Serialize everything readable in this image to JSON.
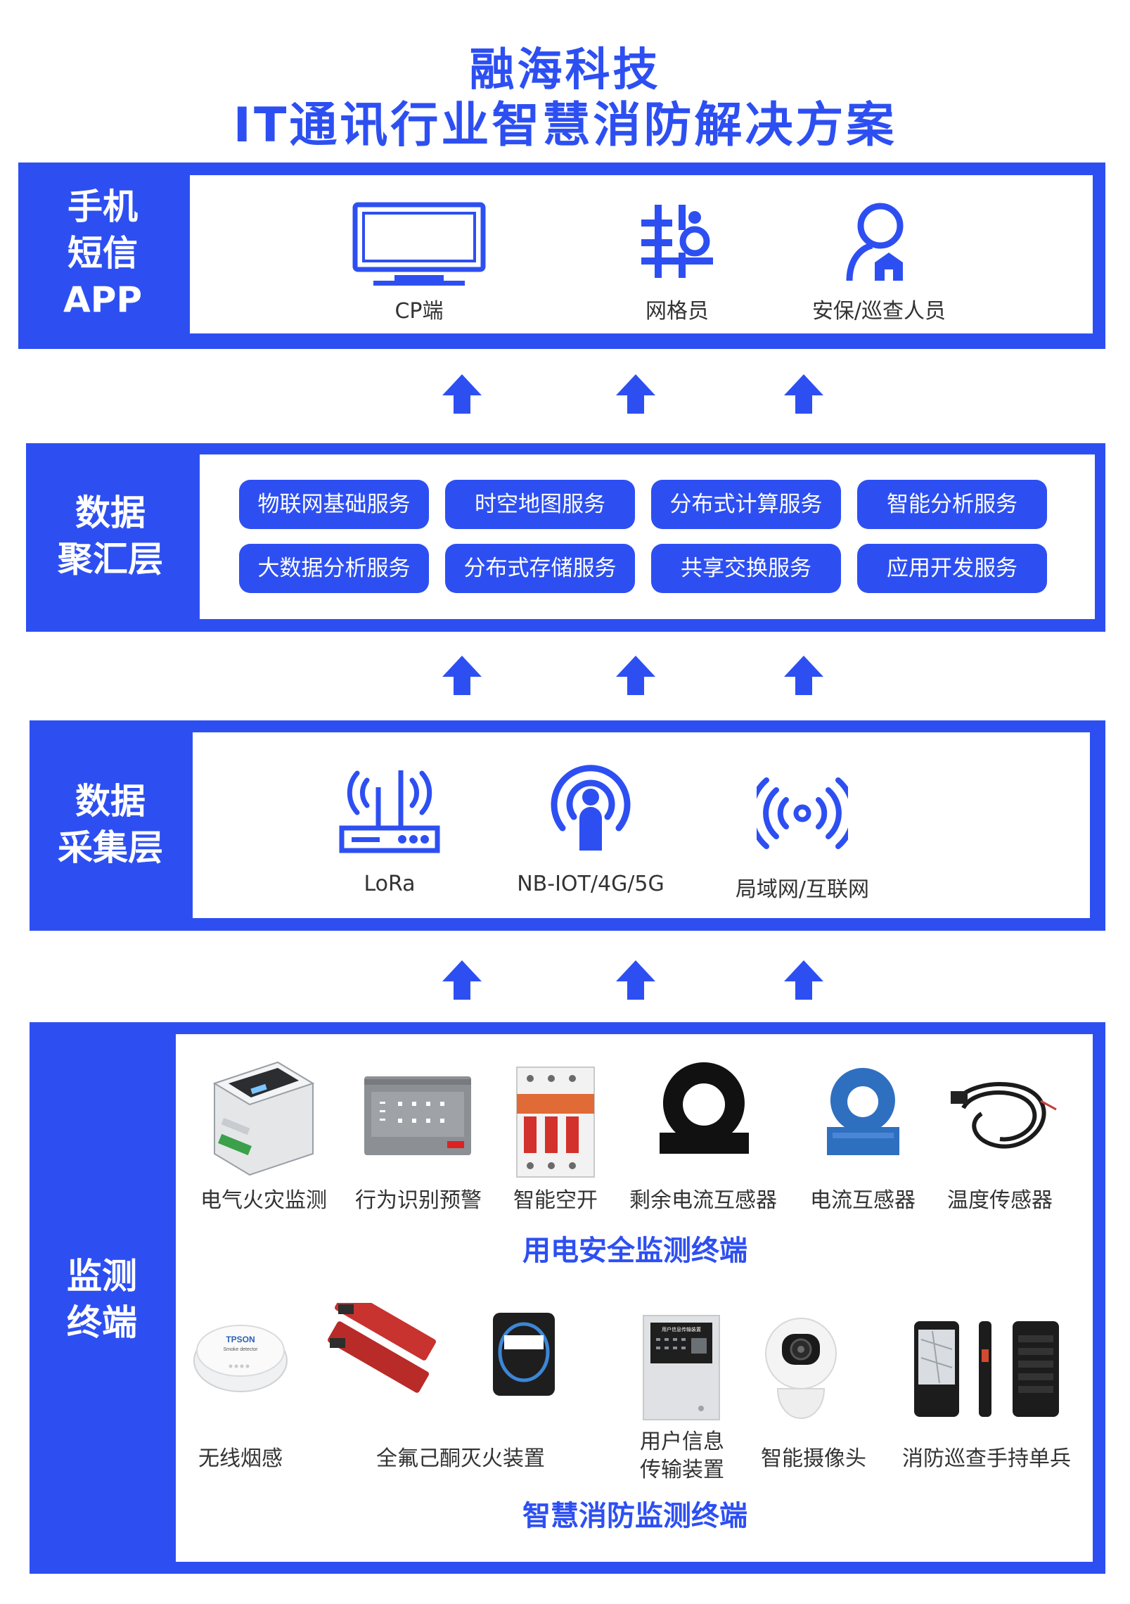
{
  "title": {
    "line1": "融海科技",
    "line2": "IT通讯行业智慧消防解决方案"
  },
  "layers": {
    "app": {
      "label_lines": [
        "手机",
        "短信",
        "APP"
      ],
      "items": [
        {
          "icon": "monitor-icon",
          "label": "CP端"
        },
        {
          "icon": "grid-network-icon",
          "label": "网格员"
        },
        {
          "icon": "security-person-icon",
          "label": "安保/巡查人员"
        }
      ]
    },
    "aggregation": {
      "label_lines": [
        "数据",
        "聚汇层"
      ],
      "services": [
        "物联网基础服务",
        "时空地图服务",
        "分布式计算服务",
        "智能分析服务",
        "大数据分析服务",
        "分布式存储服务",
        "共享交换服务",
        "应用开发服务"
      ]
    },
    "collection": {
      "label_lines": [
        "数据",
        "采集层"
      ],
      "items": [
        {
          "icon": "router-icon",
          "label": "LoRa"
        },
        {
          "icon": "broadcast-person-icon",
          "label": "NB-IOT/4G/5G"
        },
        {
          "icon": "wireless-signal-icon",
          "label": "局域网/互联网"
        }
      ]
    },
    "terminal": {
      "label_lines": [
        "监测",
        "终端"
      ],
      "electrical_devices": [
        "电气火灾监测",
        "行为识别预警",
        "智能空开",
        "剩余电流互感器",
        "电流互感器",
        "温度传感器"
      ],
      "electrical_group_title": "用电安全监测终端",
      "fire_devices": [
        "无线烟感",
        "全氟己酮灭火装置",
        "用户信息\n传输装置",
        "智能摄像头",
        "消防巡查手持单兵"
      ],
      "fire_group_title": "智慧消防监测终端",
      "device_text": {
        "smoke_brand": "TPSON",
        "smoke_sub": "Smoke detector",
        "transmit_header": "用户信息传输装置"
      }
    }
  },
  "colors": {
    "accent": "#2d4ff2",
    "text": "#333333"
  }
}
